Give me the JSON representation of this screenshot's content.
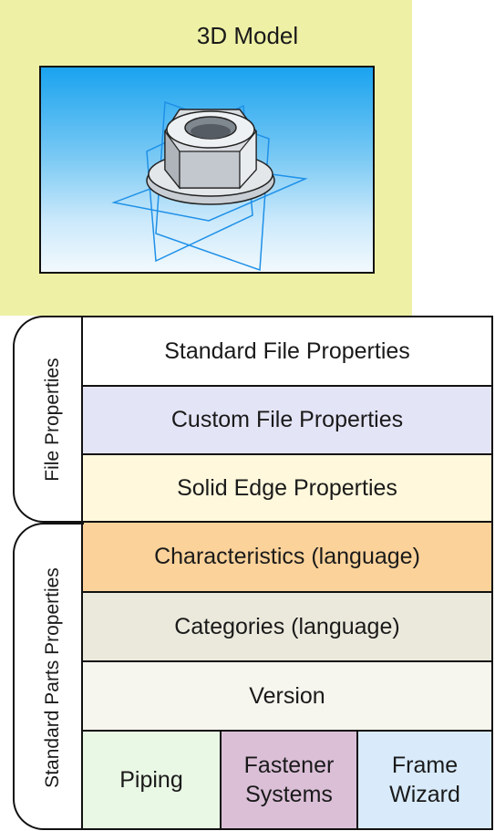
{
  "model": {
    "title": "3D Model"
  },
  "groups": {
    "file_properties": "File Properties",
    "standard_parts_properties": "Standard Parts Properties"
  },
  "rows": {
    "standard_file_properties": "Standard File Properties",
    "custom_file_properties": "Custom File Properties",
    "solid_edge_properties": "Solid Edge Properties",
    "characteristics": "Characteristics (language)",
    "categories": "Categories (language)",
    "version": "Version"
  },
  "bottom_cells": {
    "piping": "Piping",
    "fastener_line1": "Fastener",
    "fastener_line2": "Systems",
    "frame_line1": "Frame",
    "frame_line2": "Wizard"
  },
  "colors": {
    "model_block": "#eef0a5",
    "custom_row": "#e4e4f7",
    "solid_edge_row": "#fff8dc",
    "characteristics_row": "#fbd29a",
    "categories_row": "#ebe9dc",
    "version_row": "#f6f5ee",
    "piping_cell": "#e9f7e5",
    "fastener_cell": "#dbbfd7",
    "frame_cell": "#d9ebfb"
  }
}
